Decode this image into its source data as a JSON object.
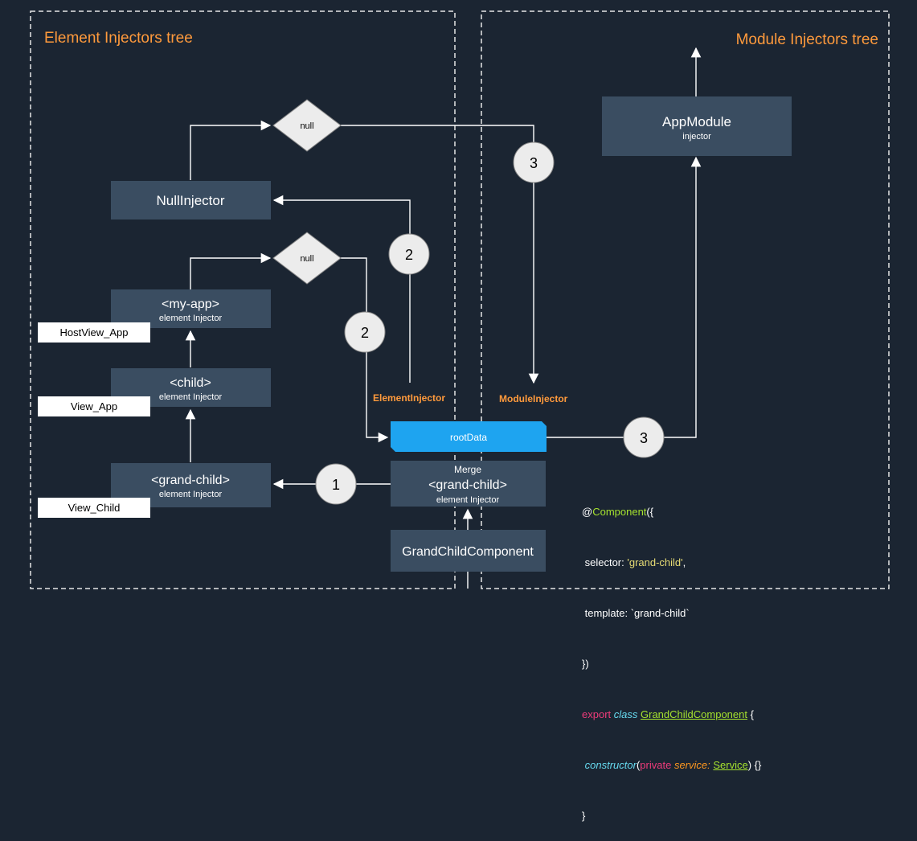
{
  "colors": {
    "background": "#1b2532",
    "box": "#3a4d61",
    "accent_orange": "#ff9a3c",
    "rootdata_blue": "#1ea4f0",
    "diamond": "#ececec",
    "circle": "#ececec",
    "line": "#ffffff",
    "label_box": "#ffffff"
  },
  "sections": {
    "element_tree_title": "Element Injectors tree",
    "module_tree_title": "Module Injectors tree"
  },
  "nodes": {
    "null_injector": {
      "title": "NullInjector"
    },
    "my_app": {
      "title": "<my-app>",
      "subtitle": "element Injector"
    },
    "child": {
      "title": "<child>",
      "subtitle": "element Injector"
    },
    "grand_child": {
      "title": "<grand-child>",
      "subtitle": "element Injector"
    },
    "merge": {
      "title": "<grand-child>",
      "top": "Merge",
      "subtitle": "element Injector"
    },
    "grand_child_component": {
      "title": "GrandChildComponent"
    },
    "app_module": {
      "title": "AppModule",
      "subtitle": "injector"
    },
    "root_data": {
      "title": "rootData"
    }
  },
  "view_labels": {
    "host_view_app": "HostView_App",
    "view_app": "View_App",
    "view_child": "View_Child"
  },
  "decisions": {
    "null_top": "null",
    "null_mid": "null"
  },
  "steps": {
    "one": "1",
    "two_a": "2",
    "two_b": "2",
    "three_a": "3",
    "three_b": "3"
  },
  "edge_labels": {
    "element_injector": "ElementInjector",
    "module_injector": "ModuleInjector"
  },
  "code": {
    "at": "@",
    "component": "Component",
    "open": "({",
    "selector_key": " selector: ",
    "selector_val": "'grand-child'",
    "comma": ",",
    "template_line": " template: `grand-child`",
    "close": "})",
    "export": "export",
    "class": "class",
    "class_name": "GrandChildComponent",
    "brace": " {",
    "constructor": "constructor",
    "paren_open": "(",
    "private": "private",
    "service_param": "service:",
    "service_type": "Service",
    "tail": ") {}",
    "end": "}"
  }
}
